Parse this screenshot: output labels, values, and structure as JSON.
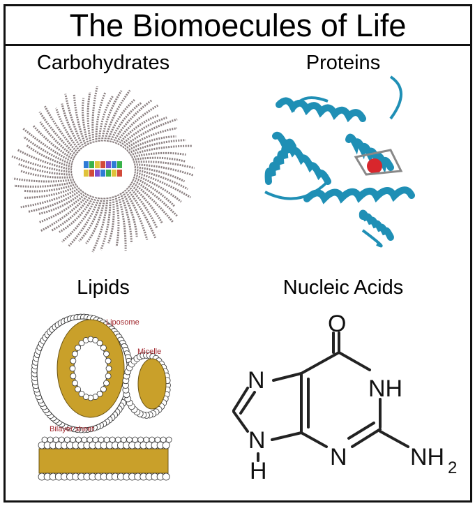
{
  "title": "The Biomoecules of Life",
  "panels": {
    "carbohydrates": {
      "label": "Carbohydrates"
    },
    "proteins": {
      "label": "Proteins",
      "ribbon_color": "#1f8fb5"
    },
    "lipids": {
      "label": "Lipids",
      "labels": {
        "liposome": "Liposome",
        "micelle": "Micelle",
        "bilayer": "Bilayer sheet"
      },
      "tail_color": "#c9a02a",
      "text_color": "#a0262c"
    },
    "nucleic_acids": {
      "label": "Nucleic Acids",
      "atoms": {
        "o": "O",
        "n7": "N",
        "nh": "NH",
        "n9": "N",
        "h": "H",
        "n3": "N",
        "nh2": "NH",
        "sub2": "2"
      }
    }
  }
}
